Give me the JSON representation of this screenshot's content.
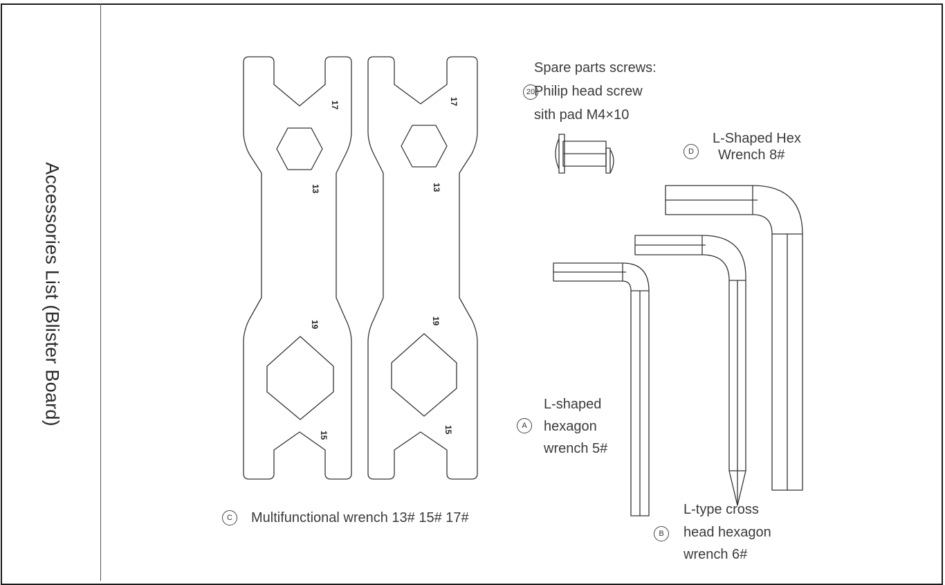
{
  "side_title": "Accessories List (Blister Board)",
  "screws": {
    "line1": "Spare parts screws:",
    "badge": "20",
    "line2": "Philip head screw",
    "line3": "sith pad M4×10"
  },
  "hex_d": {
    "badge": "D",
    "line1": "L-Shaped Hex",
    "line2": "Wrench  8#"
  },
  "hex_a": {
    "badge": "A",
    "line1": "L-shaped",
    "line2": "hexagon",
    "line3": "wrench 5#"
  },
  "hex_b": {
    "badge": "B",
    "line1": "L-type cross",
    "line2": "head hexagon",
    "line3": "wrench 6#"
  },
  "multi": {
    "badge": "C",
    "label": "Multifunctional wrench 13# 15# 17#"
  },
  "wrench_marks": {
    "top": "17",
    "mid": "13",
    "lower": "19",
    "bottom": "15"
  }
}
